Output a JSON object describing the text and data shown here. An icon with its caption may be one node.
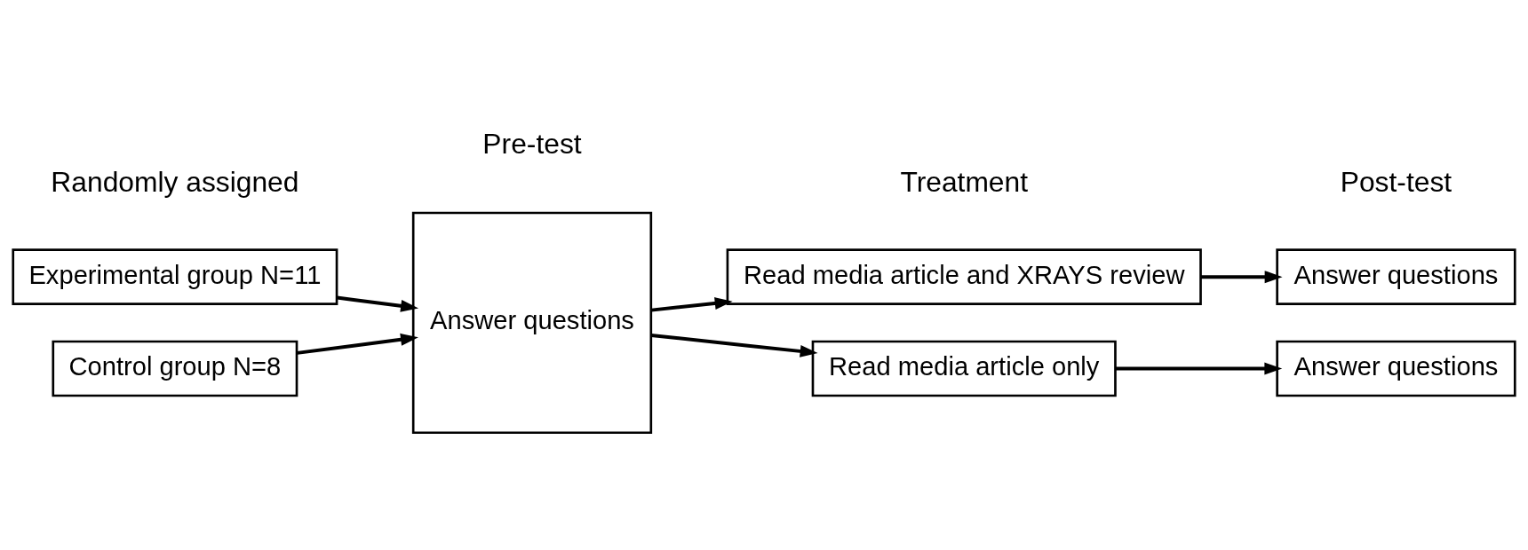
{
  "diagram": {
    "nodes": [
      {
        "text": [
          "Experimental group N=11"
        ]
      },
      {
        "text": [
          "Control group N=8"
        ]
      },
      {
        "text": [
          "Answer questions"
        ]
      },
      {
        "text": [
          "Read media article and XRAYS review"
        ]
      },
      {
        "text": [
          "Read media article only"
        ]
      },
      {
        "text": [
          "Answer questions"
        ]
      },
      {
        "text": [
          "Answer questions"
        ]
      }
    ],
    "edges": [
      {
        "from": 0,
        "to": 2,
        "arrow": "to"
      },
      {
        "from": 1,
        "to": 2,
        "arrow": "to"
      },
      {
        "from": 2,
        "to": 3,
        "arrow": "to"
      },
      {
        "from": 2,
        "to": 4,
        "arrow": "to"
      },
      {
        "from": 3,
        "to": 5,
        "arrow": "to"
      },
      {
        "from": 4,
        "to": 6,
        "arrow": "to"
      }
    ],
    "labels": [
      "Randomly assigned",
      "Pre-test",
      "Treatment",
      "Post-test"
    ]
  }
}
